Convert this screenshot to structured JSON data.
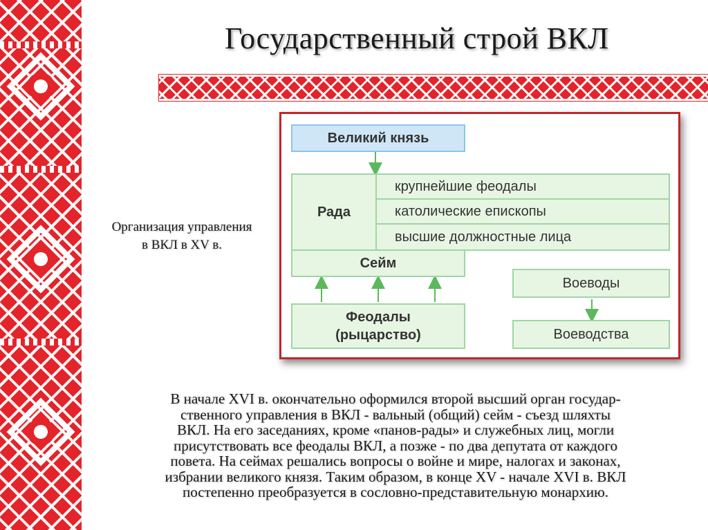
{
  "title": "Государственный строй ВКЛ",
  "caption": {
    "line1": "Организация управления",
    "line2": "в ВКЛ в XV в."
  },
  "diagram": {
    "grand_duke": "Великий князь",
    "rada": "Рада",
    "rada_members": [
      "крупнейшие феодалы",
      "католические епископы",
      "высшие должностные лица"
    ],
    "seim": "Сейм",
    "feudals_line1": "Феодалы",
    "feudals_line2": "(рыцарство)",
    "voivodes": "Воеводы",
    "voivodeships": "Воеводства",
    "colors": {
      "box_fill": "#e7f5e3",
      "box_border": "#9ed6a3",
      "top_fill": "#cfe6f7",
      "arrow": "#5cb85c",
      "frame": "#c0262b"
    }
  },
  "paragraph_lines": [
    "В начале XVI в. окончательно оформился второй высший орган государ-",
    "ственного управления в ВКЛ - вальный (общий) сейм - съезд шляхты",
    "ВКЛ. На его заседаниях, кроме «панов-рады» и служебных лиц, могли",
    "присутствовать все феодалы ВКЛ, а позже - по два депутата от каждого",
    "повета. На сеймах решались вопросы о войне и мире, налогах и законах,",
    "избрании великого князя. Таким образом, в конце XV - начале XVI в. ВКЛ",
    "постепенно преобразуется в сословно-представительную монархию."
  ],
  "ornament": {
    "primary_color": "#e3242b",
    "secondary_color": "#ffffff"
  }
}
